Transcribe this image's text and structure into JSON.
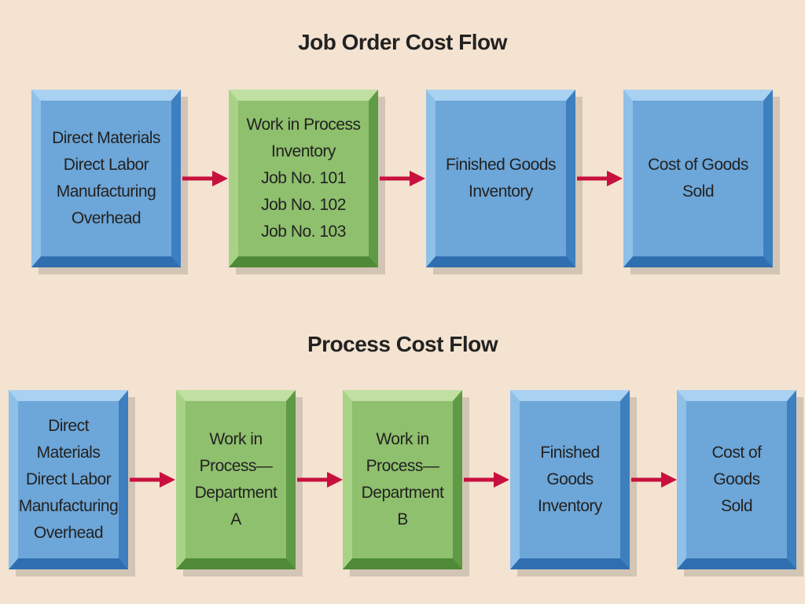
{
  "colors": {
    "background": "#f3e3d0",
    "blue_box": "#6da6d8",
    "green_box": "#8fc06d",
    "arrow": "#c8103e"
  },
  "job_order": {
    "title": "Job Order Cost Flow",
    "boxes": [
      "Direct Materials\nDirect Labor\nManufacturing\nOverhead",
      "Work in Process\nInventory\nJob No. 101\nJob No. 102\nJob No. 103",
      "Finished Goods\nInventory",
      "Cost of Goods\nSold"
    ]
  },
  "process": {
    "title": "Process Cost Flow",
    "boxes": [
      "Direct Materials\nDirect Labor\nManufacturing\nOverhead",
      "Work in\nProcess—\nDepartment A",
      "Work in\nProcess—\nDepartment B",
      "Finished Goods\nInventory",
      "Cost of Goods\nSold"
    ]
  }
}
